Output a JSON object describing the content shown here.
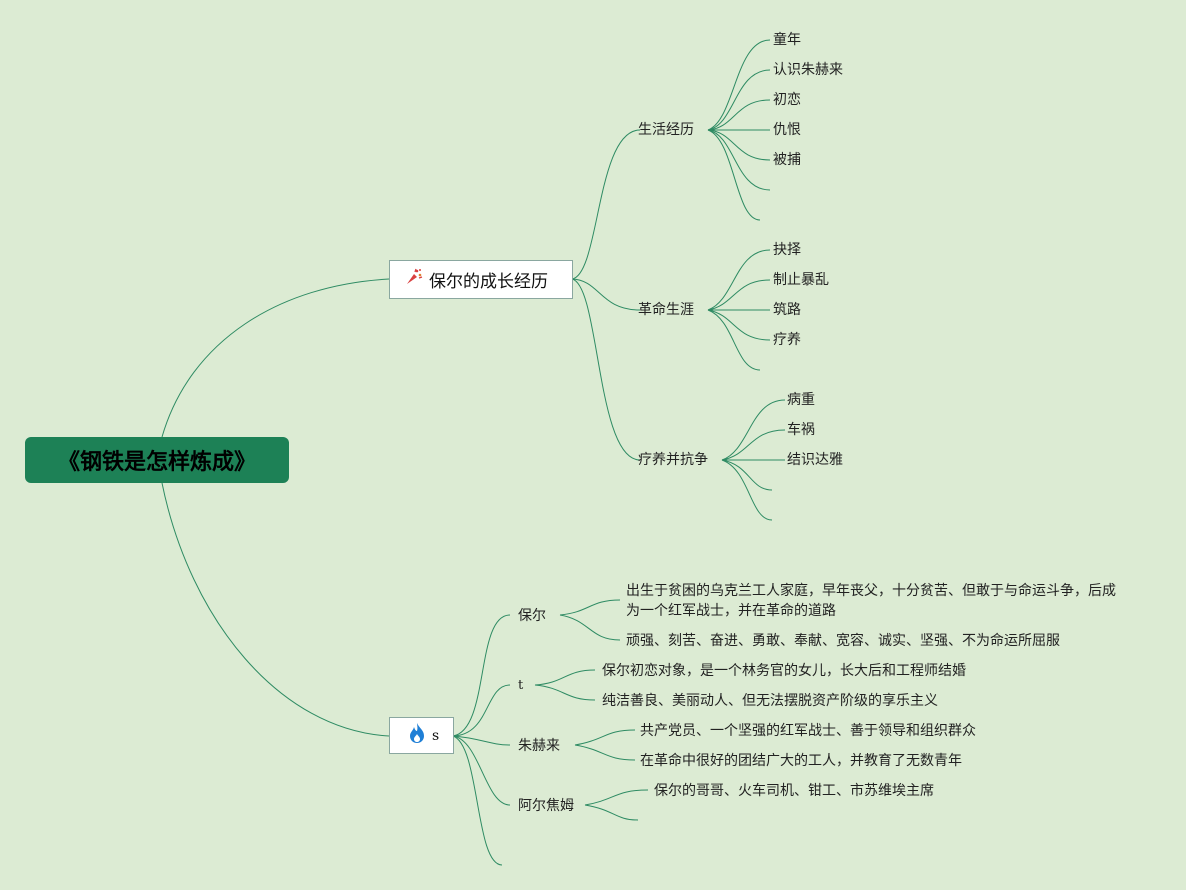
{
  "root": {
    "title": "《钢铁是怎样炼成》"
  },
  "branch1": {
    "title": "保尔的成长经历",
    "icon": "party-popper-icon",
    "groups": [
      {
        "label": "生活经历",
        "items": [
          "童年",
          "认识朱赫来",
          "初恋",
          "仇恨",
          "被捕",
          "",
          ""
        ]
      },
      {
        "label": "革命生涯",
        "items": [
          "抉择",
          "制止暴乱",
          "筑路",
          "疗养",
          ""
        ]
      },
      {
        "label": "疗养并抗争",
        "items": [
          "病重",
          "车祸",
          "结识达雅",
          "",
          ""
        ]
      }
    ]
  },
  "branch2": {
    "title": "s",
    "icon": "fire-icon",
    "characters": [
      {
        "name": "保尔",
        "details": [
          "出生于贫困的乌克兰工人家庭，早年丧父，十分贫苦、但敢于与命运斗争，后成",
          "为一个红军战士，并在革命的道路",
          "顽强、刻苦、奋进、勇敢、奉献、宽容、诚实、坚强、不为命运所屈服"
        ]
      },
      {
        "name": "t",
        "details": [
          "保尔初恋对象，是一个林务官的女儿，长大后和工程师结婚",
          "纯洁善良、美丽动人、但无法摆脱资产阶级的享乐主义"
        ]
      },
      {
        "name": "朱赫来",
        "details": [
          "共产党员、一个坚强的红军战士、善于领导和组织群众",
          "在革命中很好的团结广大的工人，并教育了无数青年"
        ]
      },
      {
        "name": "阿尔焦姆",
        "details": [
          "保尔的哥哥、火车司机、钳工、市苏维埃主席",
          ""
        ]
      },
      {
        "name": "",
        "details": []
      }
    ]
  },
  "colors": {
    "background": "#dcebd3",
    "line": "#2e8b63",
    "root": "#1d8156"
  }
}
